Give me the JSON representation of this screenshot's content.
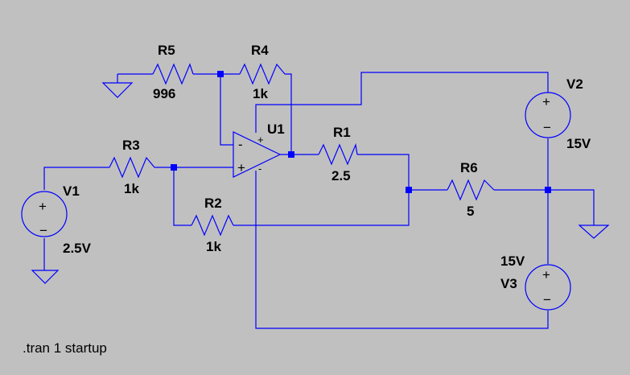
{
  "colors": {
    "background": "#c0c0c0",
    "wire": "#0000ff",
    "text": "#000000"
  },
  "components": {
    "R5": {
      "name": "R5",
      "value": "996"
    },
    "R4": {
      "name": "R4",
      "value": "1k"
    },
    "R3": {
      "name": "R3",
      "value": "1k"
    },
    "R2": {
      "name": "R2",
      "value": "1k"
    },
    "R1": {
      "name": "R1",
      "value": "2.5"
    },
    "R6": {
      "name": "R6",
      "value": "5"
    },
    "U1": {
      "name": "U1"
    },
    "V1": {
      "name": "V1",
      "value": "2.5V"
    },
    "V2": {
      "name": "V2",
      "value": "15V"
    },
    "V3": {
      "name": "V3",
      "value": "15V"
    }
  },
  "opamp_pins": {
    "plus": "+",
    "minus": "-"
  },
  "source_pins": {
    "plus": "+",
    "minus": "−"
  },
  "directive": ".tran 1 startup"
}
